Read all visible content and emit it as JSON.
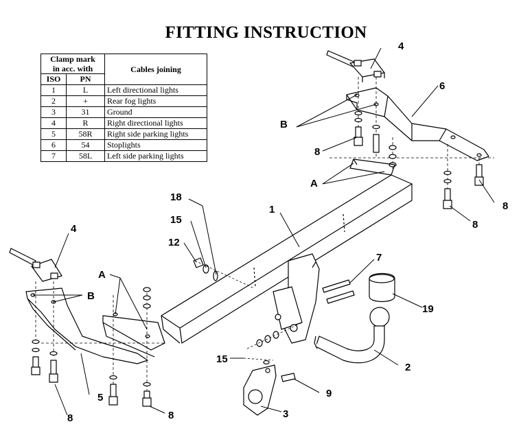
{
  "title": "FITTING INSTRUCTION",
  "table": {
    "header_clamp": "Clamp mark\nin acc. with",
    "header_clamp_line1": "Clamp mark",
    "header_clamp_line2": "in acc. with",
    "header_cables": "Cables joining",
    "header_iso": "ISO",
    "header_pn": "PN",
    "rows": [
      {
        "iso": "1",
        "pn": "L",
        "desc": "Left directional lights"
      },
      {
        "iso": "2",
        "pn": "+",
        "desc": "Rear fog lights"
      },
      {
        "iso": "3",
        "pn": "31",
        "desc": "Ground"
      },
      {
        "iso": "4",
        "pn": "R",
        "desc": "Right directional lights"
      },
      {
        "iso": "5",
        "pn": "58R",
        "desc": "Right side parking lights"
      },
      {
        "iso": "6",
        "pn": "54",
        "desc": "Stoplights"
      },
      {
        "iso": "7",
        "pn": "58L",
        "desc": "Left side parking lights"
      }
    ]
  },
  "labels": {
    "l4a": "4",
    "l6": "6",
    "lB1": "B",
    "l8a": "8",
    "lA1": "A",
    "l8b": "8",
    "l8c": "8",
    "l1": "1",
    "l18": "18",
    "l15a": "15",
    "l12": "12",
    "l4b": "4",
    "lA2": "A",
    "lB2": "B",
    "l7": "7",
    "l19": "19",
    "l2": "2",
    "l15b": "15",
    "l9": "9",
    "l5": "5",
    "l8d": "8",
    "l8e": "8",
    "l3": "3"
  }
}
